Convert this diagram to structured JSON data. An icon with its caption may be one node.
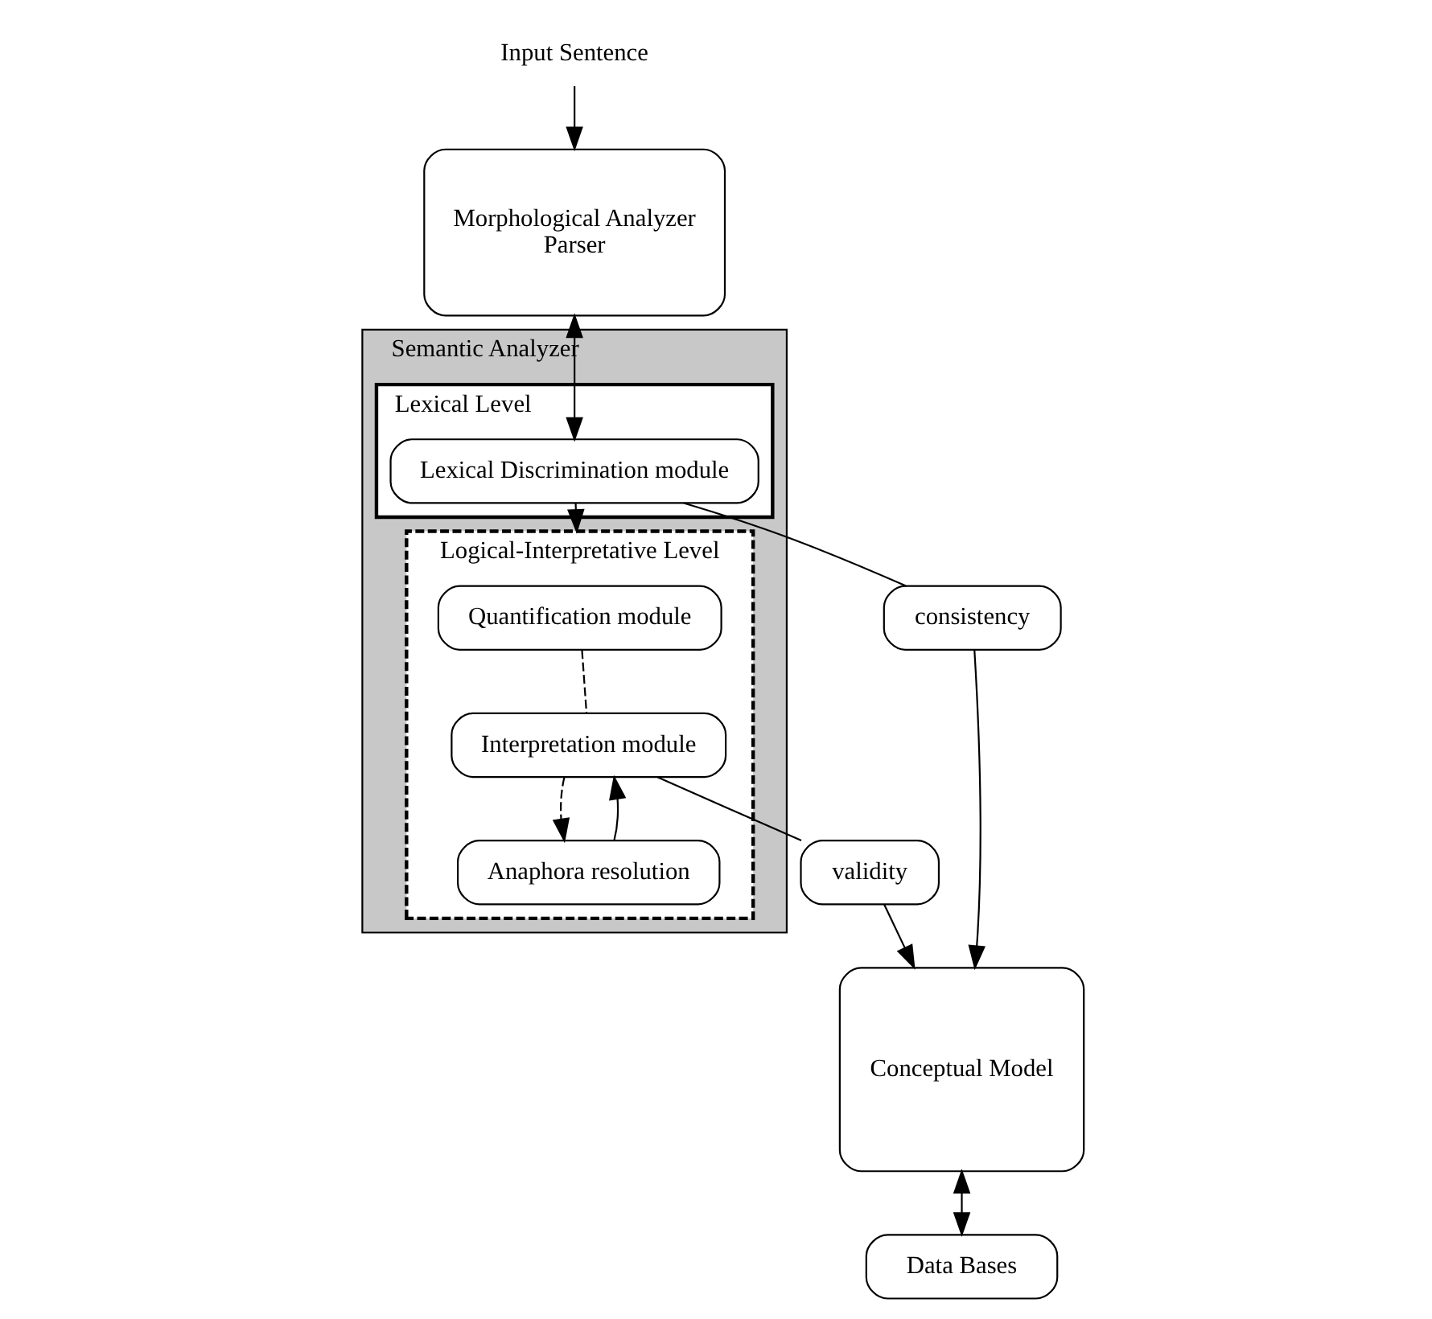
{
  "diagram": {
    "nodes": [
      {
        "text": [
          "Input Sentence"
        ]
      },
      {
        "text": [
          "Morphological Analyzer",
          "Parser"
        ]
      },
      {
        "text": [
          "Semantic Analyzer"
        ]
      },
      {
        "text": [
          "Lexical Level"
        ],
        "in": 2
      },
      {
        "text": [
          "Lexical Discrimination module"
        ],
        "in": 3
      },
      {
        "text": [
          "Logical-Interpretative Level"
        ],
        "in": 2
      },
      {
        "text": [
          "Quantification module"
        ],
        "in": 5
      },
      {
        "text": [
          "Interpretation module"
        ],
        "in": 5
      },
      {
        "text": [
          "Anaphora resolution"
        ],
        "in": 5
      },
      {
        "text": [
          "consistency"
        ]
      },
      {
        "text": [
          "Conceptual Model"
        ]
      },
      {
        "text": [
          "validity"
        ]
      },
      {
        "text": [
          "Data Bases"
        ]
      }
    ],
    "edges": [
      {
        "from": 0,
        "to": 1,
        "arrow": "to"
      },
      {
        "from": 1,
        "to": 4,
        "arrow": "both"
      },
      {
        "from": 4,
        "to": 5,
        "arrow": "to"
      },
      {
        "from": 4,
        "to": 9,
        "arrow": "none"
      },
      {
        "from": 9,
        "to": 10,
        "arrow": "to"
      },
      {
        "from": 6,
        "to": 7,
        "arrow": "none",
        "style": "dashed"
      },
      {
        "from": 7,
        "to": 8,
        "arrow": "to",
        "style": "dashed"
      },
      {
        "from": 8,
        "to": 7,
        "arrow": "to"
      },
      {
        "from": 7,
        "to": 11,
        "arrow": "none"
      },
      {
        "from": 11,
        "to": 10,
        "arrow": "to"
      },
      {
        "from": 10,
        "to": 12,
        "arrow": "both"
      }
    ]
  }
}
